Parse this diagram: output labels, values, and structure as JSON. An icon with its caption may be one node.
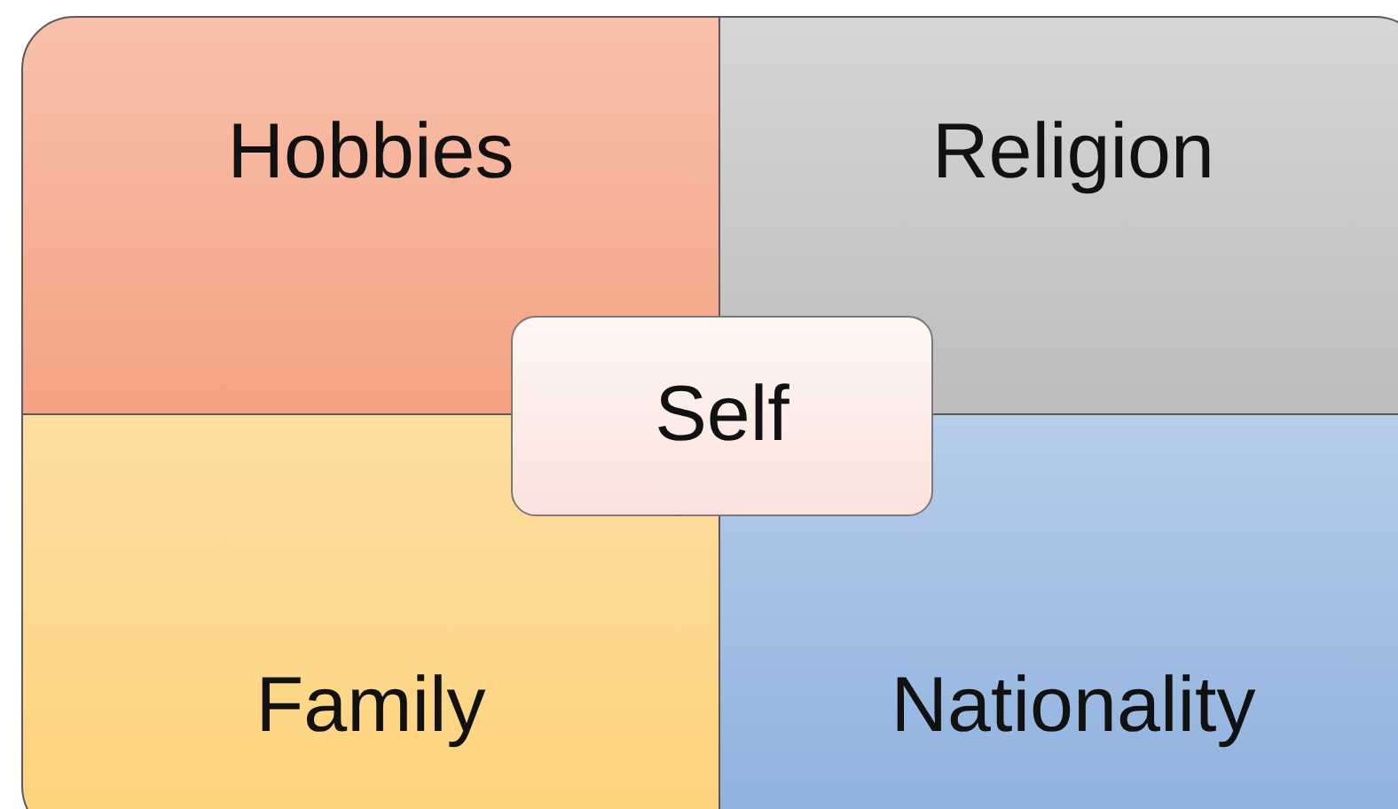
{
  "diagram": {
    "nodes": [
      {
        "text": [
          "Hobbies"
        ]
      },
      {
        "text": [
          "Religion"
        ]
      },
      {
        "text": [
          "Family"
        ]
      },
      {
        "text": [
          "Nationality"
        ]
      },
      {
        "text": [
          "Self"
        ]
      }
    ]
  }
}
